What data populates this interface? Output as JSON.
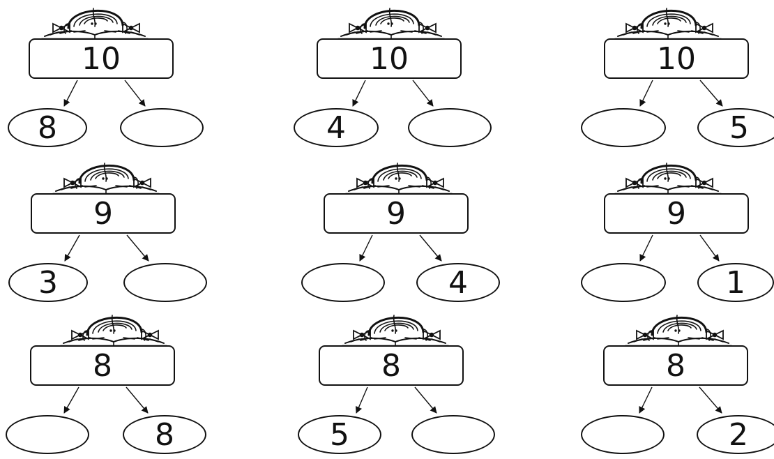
{
  "worksheet": {
    "problems": [
      {
        "total": "10",
        "left": "8",
        "right": ""
      },
      {
        "total": "10",
        "left": "4",
        "right": ""
      },
      {
        "total": "10",
        "left": "",
        "right": "5"
      },
      {
        "total": "9",
        "left": "3",
        "right": ""
      },
      {
        "total": "9",
        "left": "",
        "right": "4"
      },
      {
        "total": "9",
        "left": "",
        "right": "1"
      },
      {
        "total": "8",
        "left": "",
        "right": "8"
      },
      {
        "total": "8",
        "left": "5",
        "right": ""
      },
      {
        "total": "8",
        "left": "",
        "right": "2"
      }
    ],
    "icons": {
      "reader": "girl-reading-book-icon"
    }
  }
}
